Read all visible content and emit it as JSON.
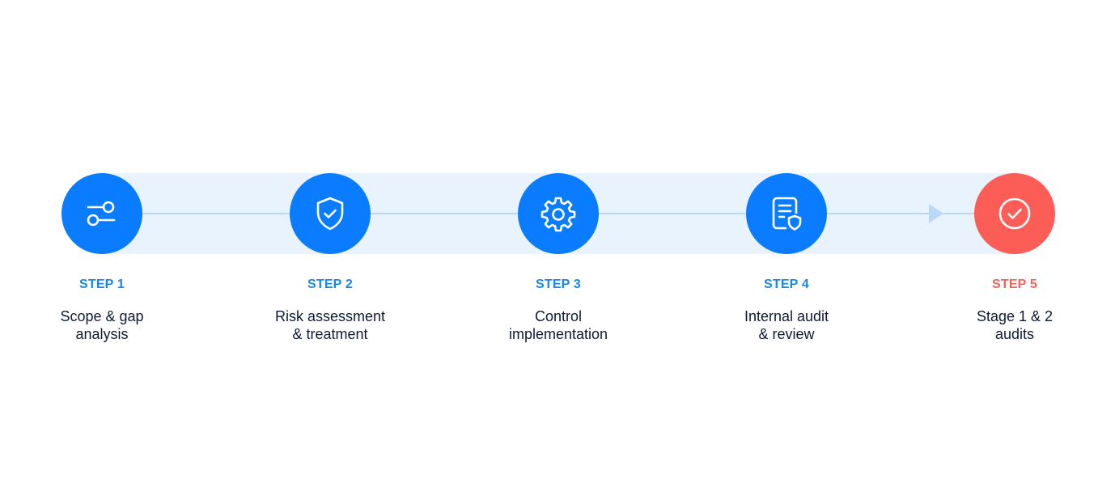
{
  "steps": [
    {
      "label": "STEP 1",
      "title_lines": [
        "Scope & gap",
        "analysis"
      ],
      "icon": "toggle-sliders-icon"
    },
    {
      "label": "STEP 2",
      "title_lines": [
        "Risk assessment",
        "& treatment"
      ],
      "icon": "shield-check-icon"
    },
    {
      "label": "STEP 3",
      "title_lines": [
        "Control",
        "implementation"
      ],
      "icon": "gear-icon"
    },
    {
      "label": "STEP 4",
      "title_lines": [
        "Internal audit",
        "& review"
      ],
      "icon": "document-shield-icon"
    },
    {
      "label": "STEP 5",
      "title_lines": [
        "Stage 1 & 2",
        "audits"
      ],
      "icon": "check-circle-icon"
    }
  ],
  "colors": {
    "primary": "#0a7cff",
    "final": "#fc5d57",
    "band": "#e8f3fd",
    "connector": "#b9d9f6",
    "label_primary": "#1a86e8",
    "label_final": "#f2635c",
    "title": "#0d1a36"
  }
}
